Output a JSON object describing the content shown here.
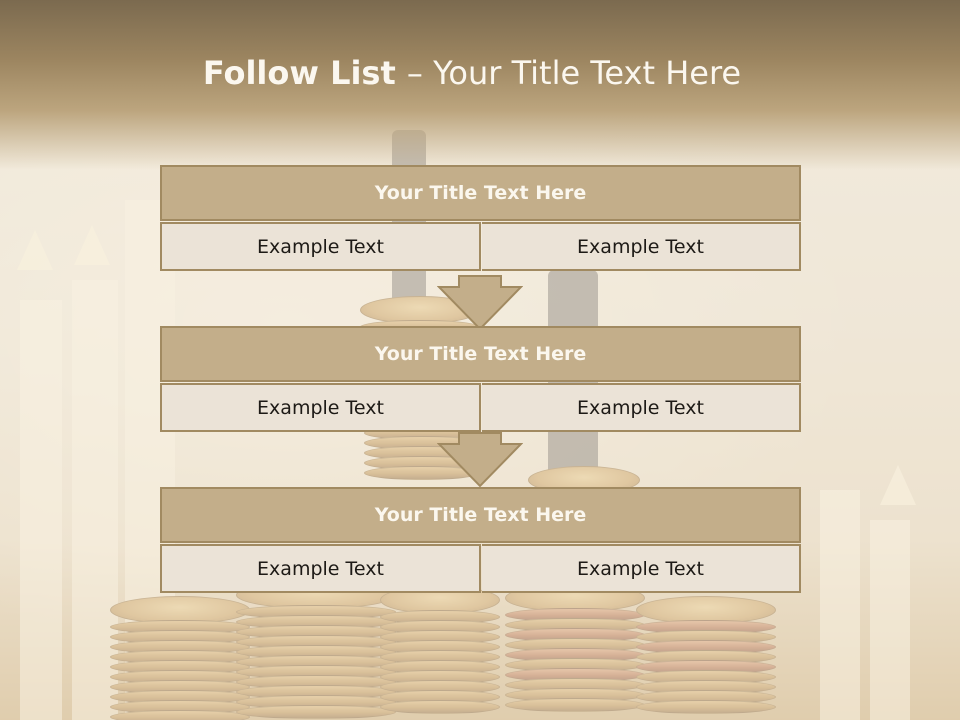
{
  "slide": {
    "title": {
      "bold": "Follow List ",
      "rest": " – Your Title Text Here"
    },
    "blocks": [
      {
        "header": "Your Title Text Here",
        "left": "Example Text",
        "right": "Example Text"
      },
      {
        "header": "Your Title Text Here",
        "left": "Example Text",
        "right": "Example Text"
      },
      {
        "header": "Your Title Text Here",
        "left": "Example Text",
        "right": "Example Text"
      }
    ],
    "colors": {
      "header_fill": "#c3ae8a",
      "cell_fill": "#ebe3d7",
      "border": "#a18a61",
      "arrow_fill": "#c3ae8a",
      "title_text": "#fbf7ef"
    }
  },
  "background": {
    "description_icon": "coins-and-rising-arrows-photo"
  }
}
